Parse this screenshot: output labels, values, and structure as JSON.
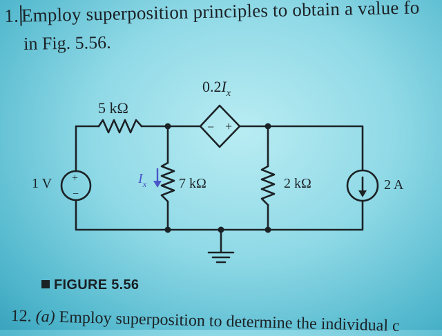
{
  "problem": {
    "number": "1.",
    "line1_text": "Employ superposition principles to obtain a value fo",
    "line2_text": "in Fig. 5.56."
  },
  "circuit": {
    "voltage_source_label": "1 V",
    "voltage_source_plus": "+",
    "voltage_source_minus": "−",
    "resistor_5k_label": "5 kΩ",
    "resistor_7k_label": "7 kΩ",
    "resistor_2k_label": "2 kΩ",
    "dependent_source_label": "0.2",
    "dependent_source_var": "I",
    "dependent_source_sub": "x",
    "dependent_source_minus": "−",
    "dependent_source_plus": "+",
    "current_ix_var": "I",
    "current_ix_sub": "x",
    "current_source_label": "2 A"
  },
  "figure": {
    "caption": "FIGURE 5.56"
  },
  "next_problem": {
    "number": "12.",
    "part": "(a)",
    "text": "Employ superposition to determine the individual c"
  },
  "colors": {
    "ink": "#1b2226",
    "current_arrow": "#4a55c8",
    "background": "#8fd9e6"
  }
}
